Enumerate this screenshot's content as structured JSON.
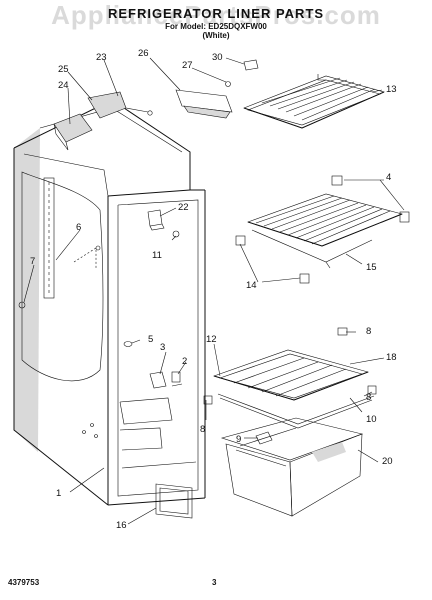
{
  "header": {
    "title": "REFRIGERATOR LINER PARTS",
    "watermark": "AppliancePartsPros.com",
    "subtitle_model": "For Model: ED25DQXFW00",
    "subtitle_color": "(White)"
  },
  "footer": {
    "doc_number": "4379753",
    "page_number": "3"
  },
  "callouts": {
    "c1": "1",
    "c2": "2",
    "c3": "3",
    "c4": "4",
    "c5": "5",
    "c6": "6",
    "c7": "7",
    "c8a": "8",
    "c8b": "8",
    "c8c": "8",
    "c9": "9",
    "c10": "10",
    "c11": "11",
    "c12": "12",
    "c13": "13",
    "c14": "14",
    "c15": "15",
    "c16": "16",
    "c18": "18",
    "c20": "20",
    "c22": "22",
    "c23": "23",
    "c24": "24",
    "c25": "25",
    "c26": "26",
    "c27": "27",
    "c30": "30"
  }
}
